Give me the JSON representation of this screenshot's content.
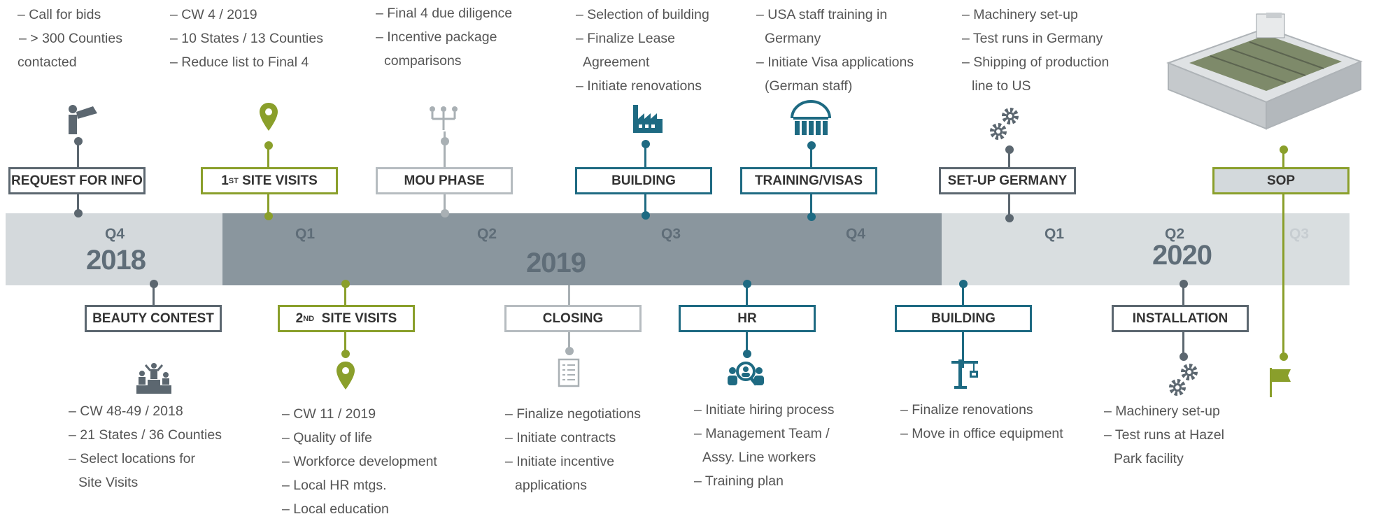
{
  "timeline": {
    "quarters": {
      "q4_2018": "Q4",
      "q1_2019": "Q1",
      "q2_2019": "Q2",
      "q3_2019": "Q3",
      "q4_2019": "Q4",
      "q1_2020": "Q1",
      "q2_2020": "Q2",
      "q3_2020": "Q3"
    },
    "years": {
      "y2018": "2018",
      "y2019": "2019",
      "y2020": "2020"
    }
  },
  "colors": {
    "gray_band": "#d4d9dc",
    "dark_band": "#8a969e",
    "green": "#8a9f2b",
    "teal": "#1e6a82",
    "dark_gray": "#5c6770",
    "light_gray": "#a9b0b4"
  },
  "milestones": {
    "request_for_info": {
      "label": "REQUEST FOR INFO",
      "notes": [
        "– Call for bids",
        "– > 300 Counties",
        "contacted"
      ]
    },
    "site_visits_1": {
      "label_num": "1",
      "label_sup": "ST",
      "label_rest": " SITE VISITS",
      "notes": [
        "– CW 4 / 2019",
        "– 10 States / 13 Counties",
        "– Reduce list to Final 4"
      ]
    },
    "mou_phase": {
      "label": "MOU PHASE",
      "notes": [
        "– Final 4 due diligence",
        "– Incentive package",
        "comparisons"
      ]
    },
    "building_top": {
      "label": "BUILDING",
      "notes": [
        "– Selection of building",
        "– Finalize  Lease",
        "Agreement",
        "– Initiate renovations"
      ]
    },
    "training_visas": {
      "label": "TRAINING/VISAS",
      "notes": [
        "– USA staff training in",
        "Germany",
        "– Initiate Visa applications",
        "(German staff)"
      ]
    },
    "setup_germany": {
      "label": "SET-UP GERMANY",
      "notes": [
        "– Machinery set-up",
        "– Test runs in Germany",
        "– Shipping  of production",
        "line   to US"
      ]
    },
    "sop": {
      "label": "SOP"
    },
    "beauty_contest": {
      "label": "BEAUTY CONTEST",
      "notes": [
        "– CW 48-49  / 2018",
        "– 21 States / 36 Counties",
        "– Select locations  for",
        "Site Visits"
      ]
    },
    "site_visits_2": {
      "label_num": "2",
      "label_sup": "ND",
      "label_rest": "  SITE VISITS",
      "notes": [
        "– CW 11 / 2019",
        "– Quality of life",
        "– Workforce development",
        "– Local HR mtgs.",
        "– Local education"
      ]
    },
    "closing": {
      "label": "CLOSING",
      "notes": [
        "– Finalize  negotiations",
        "– Initiate contracts",
        "– Initiate incentive",
        "applications"
      ]
    },
    "hr": {
      "label": "HR",
      "notes": [
        "– Initiate hiring process",
        "– Management Team /",
        "Assy. Line workers",
        "– Training plan"
      ]
    },
    "building_bottom": {
      "label": "BUILDING",
      "notes": [
        "– Finalize  renovations",
        "– Move in office equipment"
      ]
    },
    "installation": {
      "label": "INSTALLATION",
      "notes": [
        "– Machinery set-up",
        "– Test runs at Hazel",
        "Park facility"
      ]
    }
  }
}
